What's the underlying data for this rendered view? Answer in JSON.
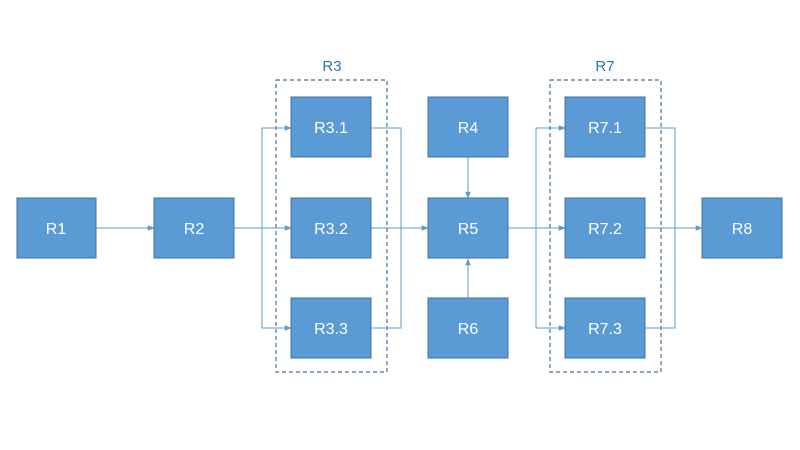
{
  "nodes": {
    "r1": "R1",
    "r2": "R2",
    "r3_1": "R3.1",
    "r3_2": "R3.2",
    "r3_3": "R3.3",
    "r4": "R4",
    "r5": "R5",
    "r6": "R6",
    "r7_1": "R7.1",
    "r7_2": "R7.2",
    "r7_3": "R7.3",
    "r8": "R8"
  },
  "groups": {
    "r3": "R3",
    "r7": "R7"
  },
  "colors": {
    "node_fill": "#5b9bd5",
    "node_border": "#41719c",
    "node_text": "#ffffff",
    "group_label": "#2e75b6",
    "connector": "#5b9bd5"
  }
}
